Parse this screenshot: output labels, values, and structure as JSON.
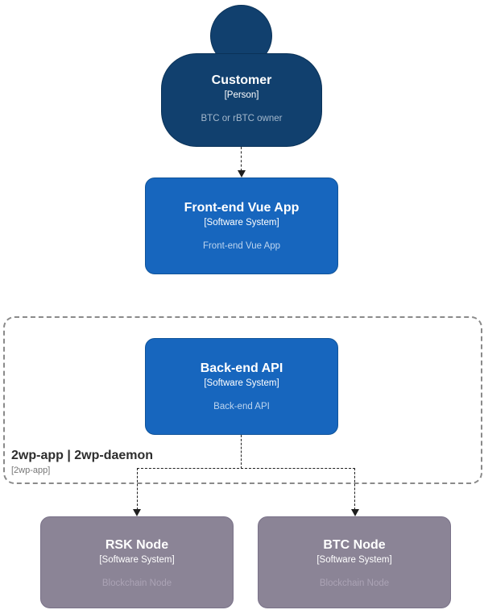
{
  "colors": {
    "person-fill": "#11406e",
    "person-border": "#0a3258",
    "system-fill": "#1766be",
    "system-border": "#10549a",
    "node-fill": "#8b8496",
    "node-border": "#7a7289",
    "person-desc": "#a4b8cc",
    "system-desc": "#bdd5ef",
    "node-desc": "#aba3b5",
    "boundary-border": "#8a8a8a",
    "boundary-label": "#2d2d2d",
    "boundary-sublabel": "#767676",
    "connector": "#1f1f1f",
    "background": "#ffffff",
    "node-text": "#ffffff"
  },
  "nodes": {
    "customer": {
      "name": "Customer",
      "type": "[Person]",
      "description": "BTC or rBTC owner"
    },
    "frontend": {
      "name": "Front-end Vue App",
      "type": "[Software System]",
      "description": "Front-end Vue App"
    },
    "backend": {
      "name": "Back-end API",
      "type": "[Software System]",
      "description": "Back-end API"
    },
    "rsk": {
      "name": "RSK Node",
      "type": "[Software System]",
      "description": "Blockchain Node"
    },
    "btc": {
      "name": "BTC Node",
      "type": "[Software System]",
      "description": "Blockchain Node"
    }
  },
  "boundary": {
    "label": "2wp-app | 2wp-daemon",
    "sublabel": "[2wp-app]"
  }
}
